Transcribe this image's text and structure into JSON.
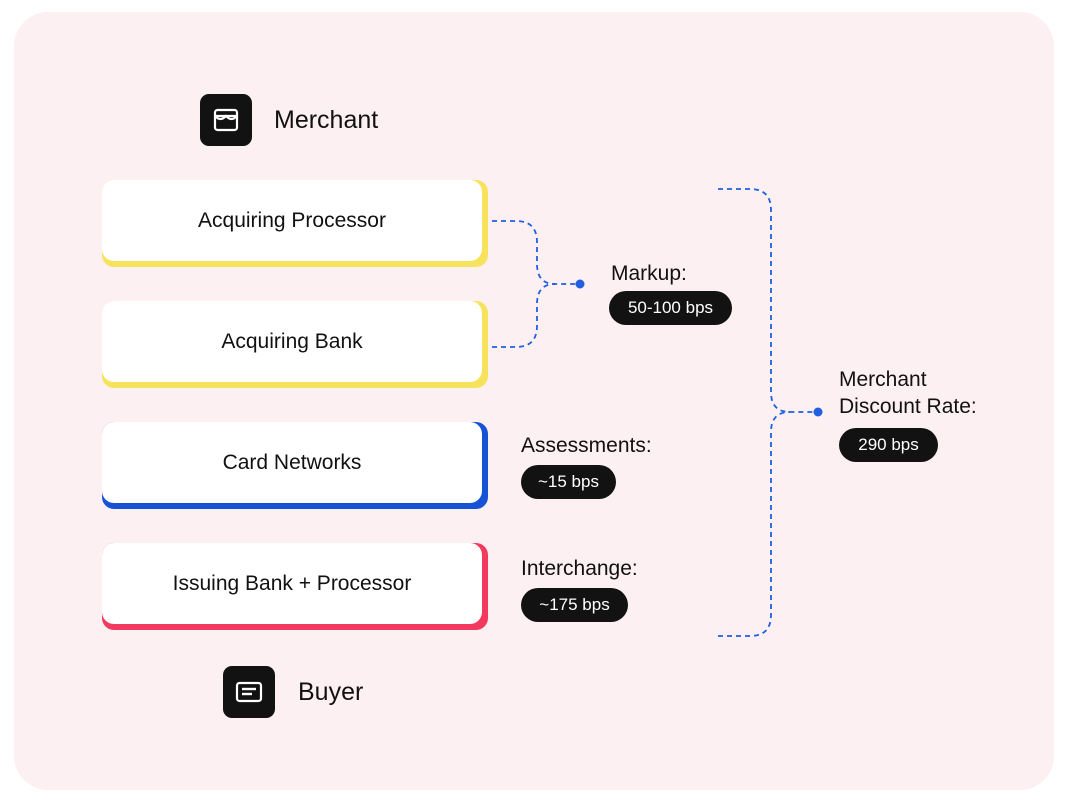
{
  "entities": {
    "merchant": "Merchant",
    "buyer": "Buyer"
  },
  "boxes": [
    {
      "label": "Acquiring Processor",
      "accent": "#f7e35b"
    },
    {
      "label": "Acquiring Bank",
      "accent": "#f7e35b"
    },
    {
      "label": "Card Networks",
      "accent": "#1652d6"
    },
    {
      "label": "Issuing Bank + Processor",
      "accent": "#f23a5e"
    }
  ],
  "fees": {
    "markup": {
      "label": "Markup:",
      "value": "50-100 bps"
    },
    "assessments": {
      "label": "Assessments:",
      "value": "~15 bps"
    },
    "interchange": {
      "label": "Interchange:",
      "value": "~175 bps"
    },
    "total": {
      "label_line1": "Merchant",
      "label_line2": "Discount Rate:",
      "value": "290 bps"
    }
  },
  "colors": {
    "background": "#fdf0f2",
    "connector": "#1f5fe0",
    "pill": "#121212"
  },
  "icons": {
    "merchant": "storefront-icon",
    "buyer": "credit-card-icon"
  }
}
